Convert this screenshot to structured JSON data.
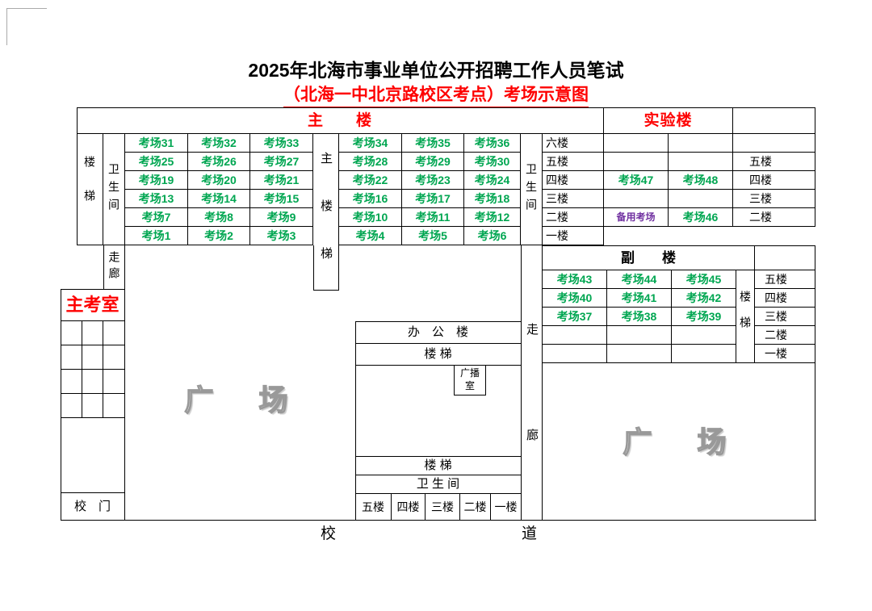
{
  "title": "2025年北海市事业单位公开招聘工作人员笔试",
  "subtitle": "（北海一中北京路校区考点）考场示意图",
  "colors": {
    "room_green": "#00a651",
    "accent_red": "#fe0000",
    "backup_purple": "#7030a0"
  },
  "main_building": {
    "header": "主　　楼",
    "stairs_label": "楼梯",
    "toilet_left": "卫生间",
    "center_stairs": "主楼梯",
    "toilet_right": "卫生间",
    "rows": [
      {
        "floor": "六楼",
        "left": [
          "考场31",
          "考场32",
          "考场33"
        ],
        "right": [
          "考场34",
          "考场35",
          "考场36"
        ]
      },
      {
        "floor": "五楼",
        "left": [
          "考场25",
          "考场26",
          "考场27"
        ],
        "right": [
          "考场28",
          "考场29",
          "考场30"
        ]
      },
      {
        "floor": "四楼",
        "left": [
          "考场19",
          "考场20",
          "考场21"
        ],
        "right": [
          "考场22",
          "考场23",
          "考场24"
        ]
      },
      {
        "floor": "三楼",
        "left": [
          "考场13",
          "考场14",
          "考场15"
        ],
        "right": [
          "考场16",
          "考场17",
          "考场18"
        ]
      },
      {
        "floor": "二楼",
        "left": [
          "考场7",
          "考场8",
          "考场9"
        ],
        "right": [
          "考场10",
          "考场11",
          "考场12"
        ]
      },
      {
        "floor": "一楼",
        "left": [
          "考场1",
          "考场2",
          "考场3"
        ],
        "right": [
          "考场4",
          "考场5",
          "考场6"
        ]
      }
    ]
  },
  "experiment_building": {
    "header": "实验楼",
    "rows": [
      {
        "floor": "",
        "room1": "",
        "room2": ""
      },
      {
        "floor": "五楼",
        "room1": "",
        "room2": ""
      },
      {
        "floor": "四楼",
        "room1": "考场47",
        "room2": "考场48"
      },
      {
        "floor": "三楼",
        "room1": "",
        "room2": ""
      },
      {
        "floor": "二楼",
        "room1": "备用考场",
        "room2": "考场46"
      }
    ]
  },
  "annex_building": {
    "header": "副　　楼",
    "stairs_label": "楼梯",
    "rows": [
      {
        "floor": "五楼",
        "rooms": [
          "考场43",
          "考场44",
          "考场45"
        ]
      },
      {
        "floor": "四楼",
        "rooms": [
          "考场40",
          "考场41",
          "考场42"
        ]
      },
      {
        "floor": "三楼",
        "rooms": [
          "考场37",
          "考场38",
          "考场39"
        ]
      },
      {
        "floor": "二楼",
        "rooms": [
          "",
          "",
          ""
        ]
      },
      {
        "floor": "一楼",
        "rooms": [
          "",
          "",
          ""
        ]
      }
    ]
  },
  "office_building": {
    "label": "办　公　楼",
    "stairs_top": "楼 梯",
    "broadcast_room": "广播室",
    "stairs_bottom": "楼 梯",
    "toilet": "卫 生 间",
    "floors": [
      "五楼",
      "四楼",
      "三楼",
      "二楼",
      "一楼"
    ]
  },
  "left_wing": {
    "corridor": "走廊",
    "chief_office": "主考室",
    "school_gate": "校　门"
  },
  "right_corridor": "走廊",
  "plaza_left": "广　场",
  "plaza_right": "广　场",
  "school_road": {
    "left": "校",
    "right": "道"
  }
}
